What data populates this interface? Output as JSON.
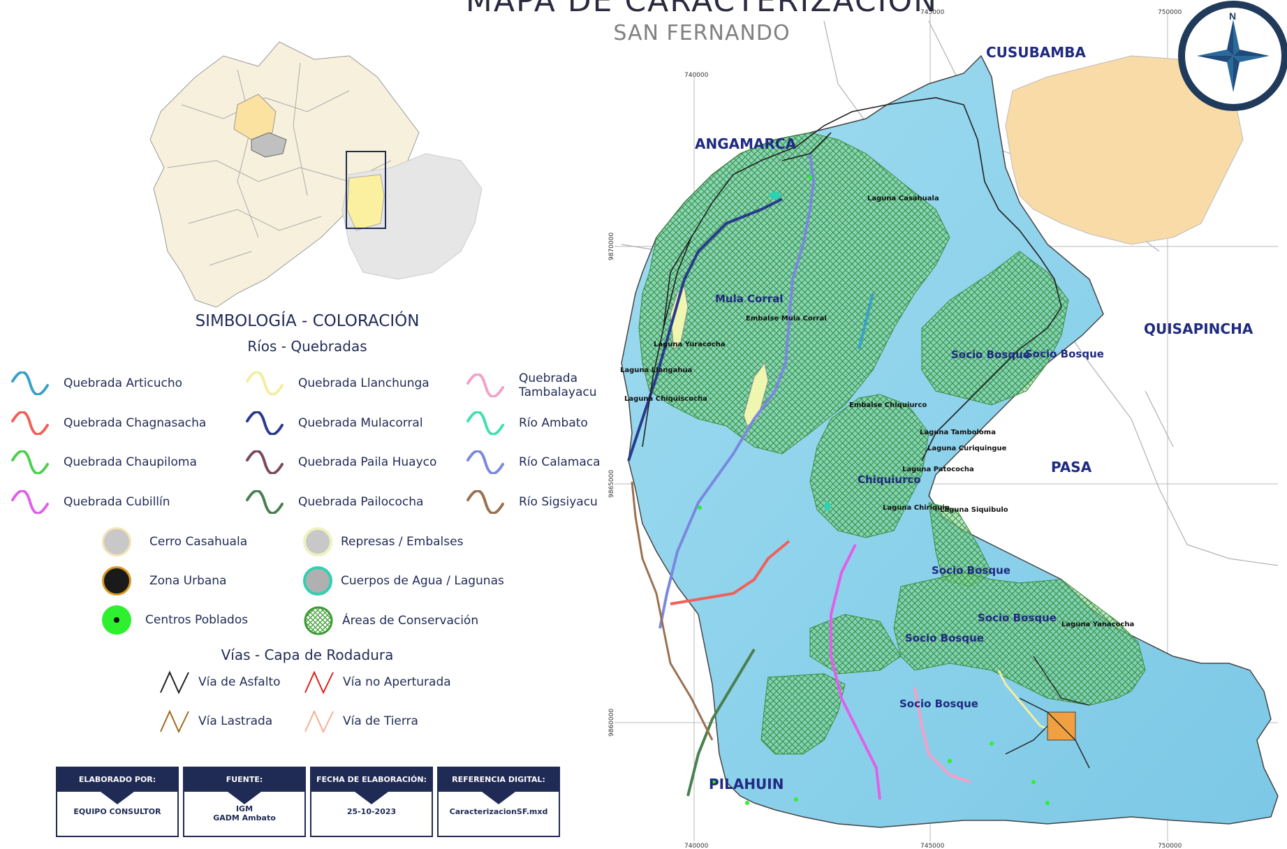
{
  "title": "MAPA DE CARACTERIZACIÓN",
  "subtitle": "SAN FERNANDO",
  "legend": {
    "heading": "SIMBOLOGÍA - COLORACIÓN",
    "rivers_heading": "Ríos - Quebradas",
    "rivers": [
      {
        "label": "Quebrada Articucho",
        "color": "#3aa0c8"
      },
      {
        "label": "Quebrada Chagnasacha",
        "color": "#f0605a"
      },
      {
        "label": "Quebrada Chaupiloma",
        "color": "#4dd050"
      },
      {
        "label": "Quebrada Cubillín",
        "color": "#e060e8"
      },
      {
        "label": "Quebrada Llanchunga",
        "color": "#f2eea0"
      },
      {
        "label": "Quebrada Mulacorral",
        "color": "#2a3a8c"
      },
      {
        "label": "Quebrada Paila Huayco",
        "color": "#7a4a5a"
      },
      {
        "label": "Quebrada Pailocochа",
        "color": "#4a8050"
      },
      {
        "label": "Quebrada\nTambalayacu",
        "color": "#f4a0c8"
      },
      {
        "label": "Río Ambato",
        "color": "#40e0b0"
      },
      {
        "label": "Río Calamaca",
        "color": "#7a88e0"
      },
      {
        "label": "Río Sigsiyacu",
        "color": "#9a7050"
      }
    ],
    "features": [
      {
        "label": "Cerro Casahuala",
        "fill": "#c8c8c8",
        "stroke": "#f6e2b8"
      },
      {
        "label": "Zona Urbana",
        "fill": "#1a1a1a",
        "stroke": "#d89a20"
      },
      {
        "label": "Centros Poblados",
        "fill": "#2ef02e",
        "stroke": "#2ef02e"
      },
      {
        "label": "Represas / Embalses",
        "fill": "#c8c8c8",
        "stroke": "#eef2c0"
      },
      {
        "label": "Cuerpos de Agua / Lagunas",
        "fill": "#b0b0b0",
        "stroke": "#30d0b0"
      },
      {
        "label": "Áreas de Conservación",
        "fill": "#ffffff",
        "stroke": "#3a9a30"
      }
    ],
    "roads_heading": "Vías - Capa de Rodadura",
    "roads": [
      {
        "label": "Vía de Asfalto",
        "color": "#202020"
      },
      {
        "label": "Vía no Aperturada",
        "color": "#e02020"
      },
      {
        "label": "Vía Lastrada",
        "color": "#a06a20"
      },
      {
        "label": "Vía de Tierra",
        "color": "#f4b090"
      }
    ]
  },
  "info": [
    {
      "header": "ELABORADO POR:",
      "value": "EQUIPO CONSULTOR"
    },
    {
      "header": "FUENTE:",
      "value": "IGM\nGADM Ambato"
    },
    {
      "header": "FECHA DE ELABORACIÓN:",
      "value": "25-10-2023"
    },
    {
      "header": "REFERENCIA DIGITAL:",
      "value": "CaracterizacionSF.mxd"
    }
  ],
  "map": {
    "neighbors": [
      "CUSUBAMBA",
      "ANGAMARCA",
      "QUISAPINCHA",
      "PASA",
      "PILAHUIN"
    ],
    "areas": [
      "Mula Corral",
      "Socio Bosque",
      "Socio Bosque",
      "Chiquiurco",
      "Socio Bosque",
      "Socio Bosque",
      "Socio Bosque",
      "Socio Bosque"
    ],
    "features": [
      "Laguna Casahuala",
      "Embalse Mula Corral",
      "Laguna Yuracocha",
      "Laguna Llangahua",
      "Laguna Chiquiscocha",
      "Embalse Chiquiurco",
      "Laguna Tamboloma",
      "Laguna Curiquingue",
      "Laguna Patocochа",
      "Laguna Chiriquin",
      "Laguna Siquibulo",
      "Laguna Yanacocha"
    ],
    "grid_x": [
      "740000",
      "745000",
      "750000"
    ],
    "grid_y": [
      "9870000",
      "9865000",
      "9860000"
    ],
    "north": "N"
  }
}
